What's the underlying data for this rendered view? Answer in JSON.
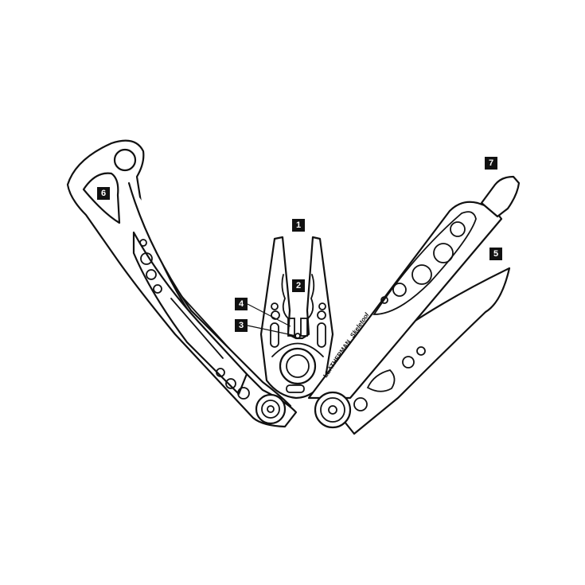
{
  "diagram": {
    "subject": "multitool",
    "brand_text": "LEATHERMAN",
    "model_text": "Skeletool",
    "callouts": [
      {
        "number": "1"
      },
      {
        "number": "2"
      },
      {
        "number": "3"
      },
      {
        "number": "4"
      },
      {
        "number": "5"
      },
      {
        "number": "6"
      },
      {
        "number": "7"
      }
    ],
    "colors": {
      "line": "#111111",
      "background": "#ffffff",
      "badge": "#111111"
    }
  }
}
